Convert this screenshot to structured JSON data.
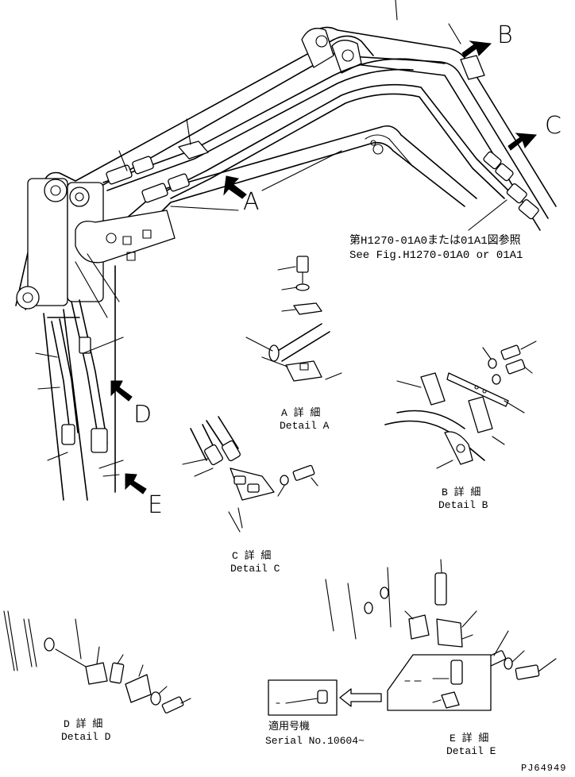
{
  "view_labels": {
    "a": "A",
    "b": "B",
    "c": "C",
    "d": "D",
    "e": "E"
  },
  "reference": {
    "jp": "第H1270-01A0または01A1図参照",
    "en": "See Fig.H1270-01A0 or 01A1"
  },
  "details": {
    "a": {
      "jp": "A 詳 細",
      "en": "Detail A"
    },
    "b": {
      "jp": "B 詳 細",
      "en": "Detail B"
    },
    "c": {
      "jp": "C 詳 細",
      "en": "Detail C"
    },
    "d": {
      "jp": "D 詳 細",
      "en": "Detail D"
    },
    "e": {
      "jp": "E 詳 細",
      "en": "Detail E"
    }
  },
  "serial": {
    "jp": "適用号機",
    "en": "Serial No.10604~"
  },
  "drawing_code": "PJ64949"
}
